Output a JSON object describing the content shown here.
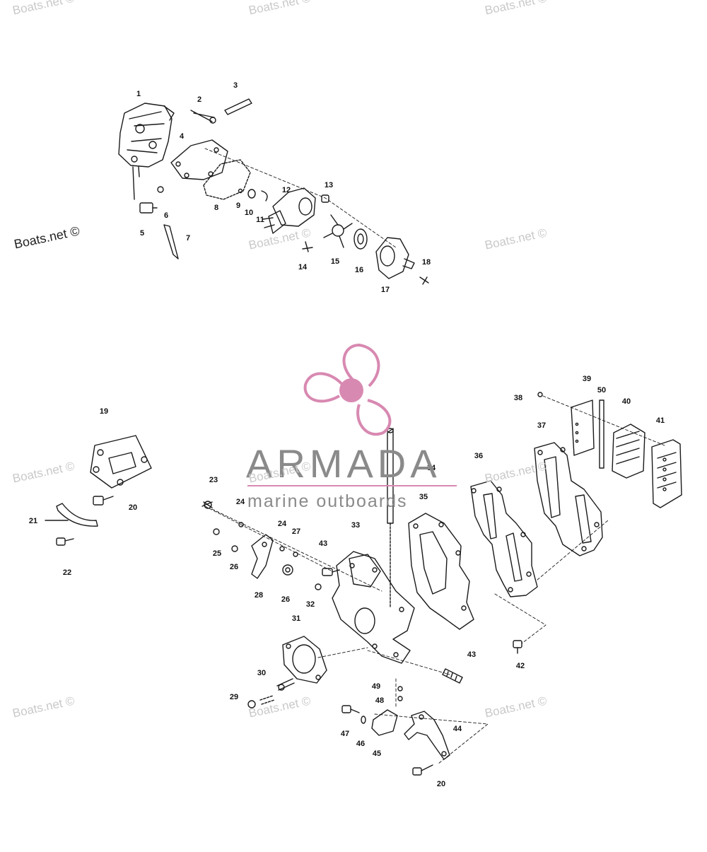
{
  "watermark": {
    "text": "Boats.net ©"
  },
  "brand": {
    "name": "ARMADA",
    "tagline": "marine outboards"
  },
  "callouts": [
    "1",
    "2",
    "3",
    "4",
    "5",
    "6",
    "7",
    "8",
    "9",
    "10",
    "11",
    "12",
    "13",
    "14",
    "15",
    "16",
    "17",
    "18",
    "19",
    "20",
    "21",
    "22",
    "23",
    "24",
    "24",
    "25",
    "26",
    "26",
    "27",
    "28",
    "29",
    "30",
    "31",
    "32",
    "33",
    "34",
    "35",
    "36",
    "37",
    "38",
    "39",
    "50",
    "40",
    "41",
    "42",
    "43",
    "43",
    "44",
    "45",
    "46",
    "47",
    "48",
    "49",
    "20"
  ],
  "colors": {
    "line": "#1a1a1a",
    "brand_pink": "#d889b1",
    "brand_grey": "#8a8a8a",
    "watermark": "#c9c9c9"
  }
}
